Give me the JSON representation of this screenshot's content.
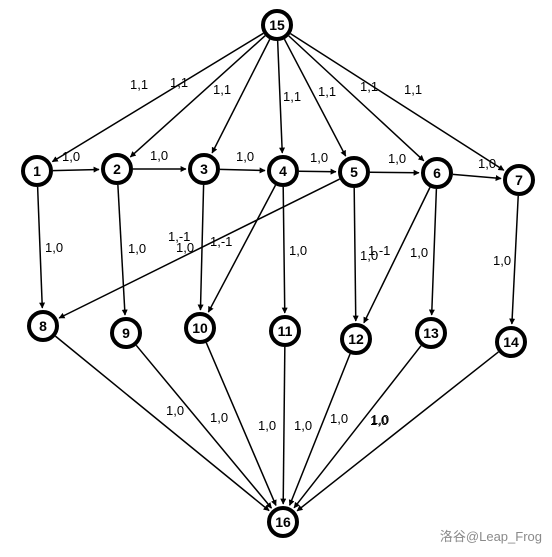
{
  "graph": {
    "nodes": [
      "15",
      "1",
      "2",
      "3",
      "4",
      "5",
      "6",
      "7",
      "8",
      "9",
      "10",
      "11",
      "12",
      "13",
      "14",
      "16"
    ],
    "edges": [
      {
        "from": "15",
        "to": "1",
        "label": "1,1"
      },
      {
        "from": "15",
        "to": "2",
        "label": "1,1"
      },
      {
        "from": "15",
        "to": "3",
        "label": "1,1"
      },
      {
        "from": "15",
        "to": "4",
        "label": "1,1"
      },
      {
        "from": "15",
        "to": "5",
        "label": "1,1"
      },
      {
        "from": "15",
        "to": "6",
        "label": "1,1"
      },
      {
        "from": "15",
        "to": "7",
        "label": "1,1"
      },
      {
        "from": "1",
        "to": "2",
        "label": "1,0"
      },
      {
        "from": "2",
        "to": "3",
        "label": "1,0"
      },
      {
        "from": "3",
        "to": "4",
        "label": "1,0"
      },
      {
        "from": "4",
        "to": "5",
        "label": "1,0"
      },
      {
        "from": "5",
        "to": "6",
        "label": "1,0"
      },
      {
        "from": "6",
        "to": "7",
        "label": "1,0"
      },
      {
        "from": "1",
        "to": "8",
        "label": "1,0"
      },
      {
        "from": "2",
        "to": "9",
        "label": "1,0"
      },
      {
        "from": "3",
        "to": "10",
        "label": "1,0"
      },
      {
        "from": "4",
        "to": "10",
        "label": "1,-1"
      },
      {
        "from": "4",
        "to": "11",
        "label": "1,0"
      },
      {
        "from": "5",
        "to": "8",
        "label": "1,-1"
      },
      {
        "from": "5",
        "to": "12",
        "label": "1,0"
      },
      {
        "from": "6",
        "to": "12",
        "label": "1,-1"
      },
      {
        "from": "6",
        "to": "13",
        "label": "1,0"
      },
      {
        "from": "7",
        "to": "14",
        "label": "1,0"
      },
      {
        "from": "8",
        "to": "16",
        "label": "1,0"
      },
      {
        "from": "9",
        "to": "16",
        "label": "1,0"
      },
      {
        "from": "10",
        "to": "16",
        "label": "1,0"
      },
      {
        "from": "11",
        "to": "16",
        "label": "1,0"
      },
      {
        "from": "12",
        "to": "16",
        "label": "1,0"
      },
      {
        "from": "13",
        "to": "16",
        "label": "1,0"
      },
      {
        "from": "14",
        "to": "16",
        "label": "1,0"
      }
    ]
  },
  "watermark": "洛谷@Leap_Frog"
}
